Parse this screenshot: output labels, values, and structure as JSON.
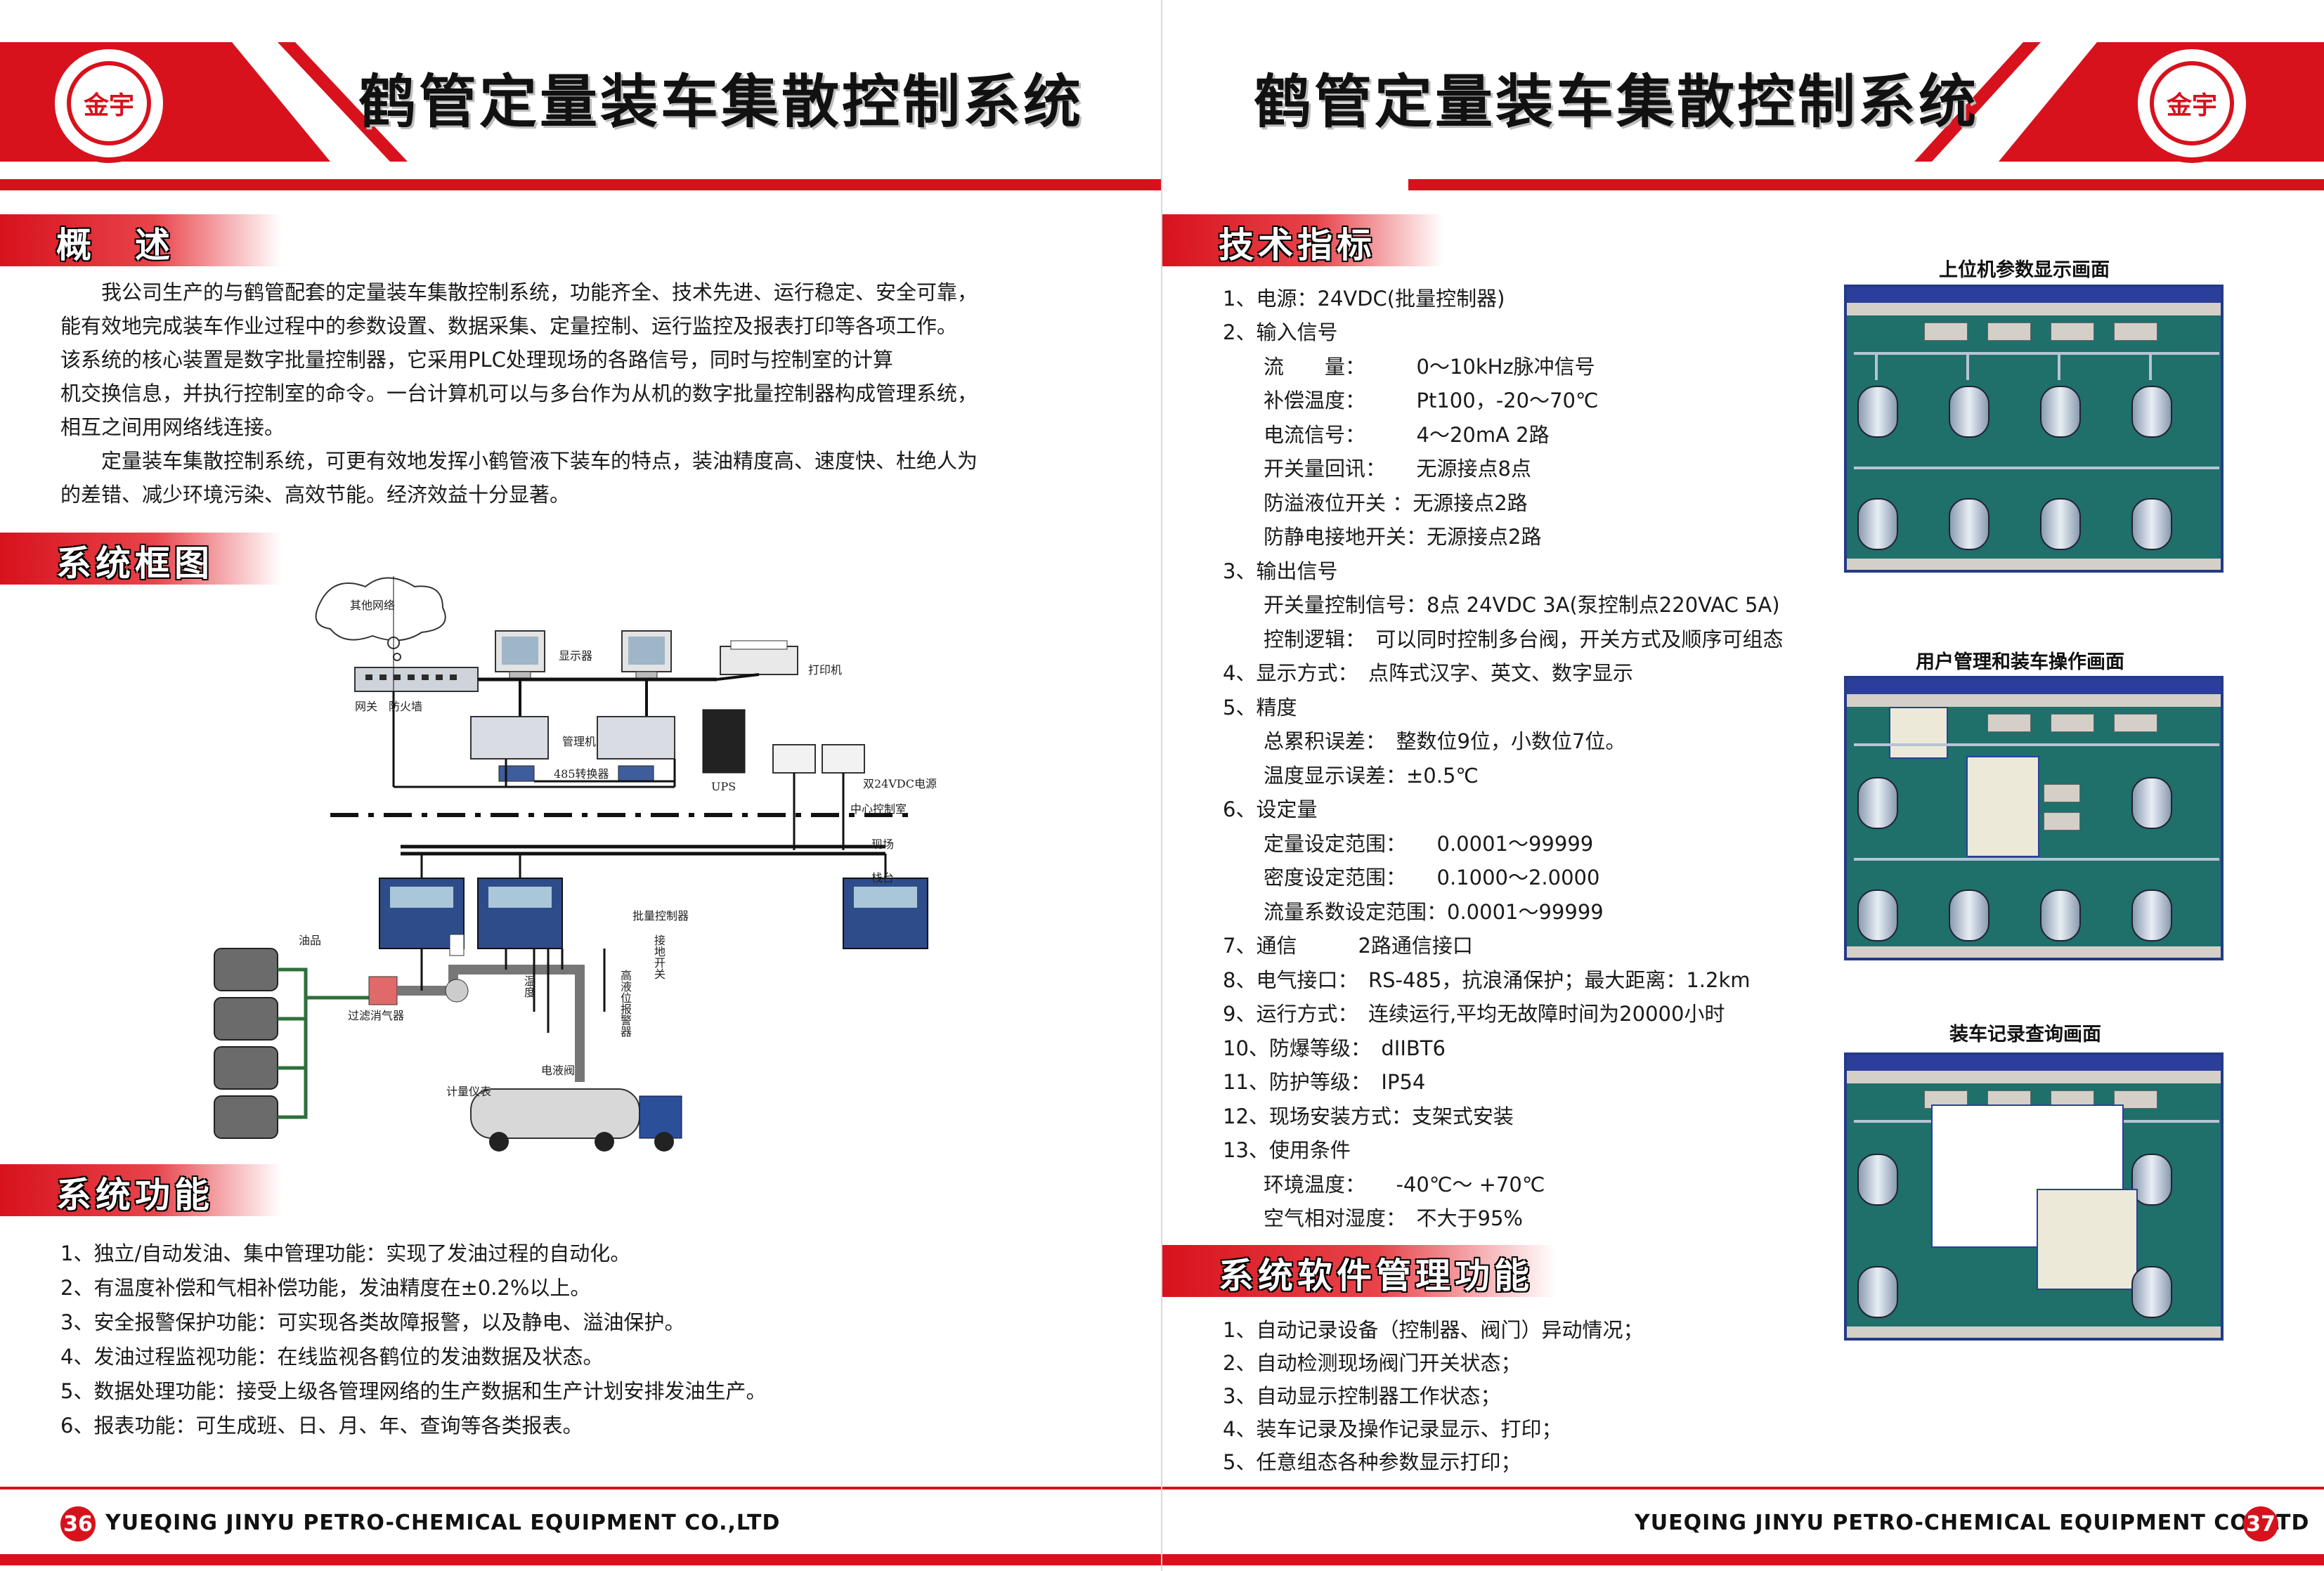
{
  "colors": {
    "brand_red": "#d7121d",
    "screen_teal": "#1f6f6b",
    "screen_frame": "#243a88"
  },
  "header": {
    "title": "鹤管定量装车集散控制系统",
    "logo_text": "金宇",
    "registered_mark": "®"
  },
  "left": {
    "overview": {
      "heading": "概　述",
      "paragraphs": [
        "　　我公司生产的与鹤管配套的定量装车集散控制系统，功能齐全、技术先进、运行稳定、安全可靠，",
        "能有效地完成装车作业过程中的参数设置、数据采集、定量控制、运行监控及报表打印等各项工作。",
        "该系统的核心装置是数字批量控制器，它采用PLC处理现场的各路信号，同时与控制室的计算",
        "机交换信息，并执行控制室的命令。一台计算机可以与多台作为从机的数字批量控制器构成管理系统，",
        "相互之间用网络线连接。",
        "　　定量装车集散控制系统，可更有效地发挥小鹤管液下装车的特点，装油精度高、速度快、杜绝人为",
        "的差错、减少环境污染、高效节能。经济效益十分显著。"
      ]
    },
    "block_diagram": {
      "heading": "系统框图",
      "labels": {
        "cloud": "其他网络",
        "gateway": "网关　防火墙",
        "monitor": "显示器",
        "printer": "打印机",
        "mgmt_pc": "管理机",
        "converter": "485转换器",
        "ups": "UPS",
        "power": "双24VDC电源",
        "control_room": "中心控制室",
        "field": "现场",
        "platform": "栈台",
        "batch_controller": "批量控制器",
        "oil": "油品",
        "filter": "过滤消气器",
        "temperature": "温度",
        "high_alarm": "高液位报警器",
        "ground_switch": "接地开关",
        "solenoid_valve": "电液阀",
        "meter": "计量仪表"
      }
    },
    "functions": {
      "heading": "系统功能",
      "items": [
        "1、独立/自动发油、集中管理功能：实现了发油过程的自动化。",
        "2、有温度补偿和气相补偿功能，发油精度在±0.2%以上。",
        "3、安全报警保护功能：可实现各类故障报警，以及静电、溢油保护。",
        "4、发油过程监视功能：在线监视各鹤位的发油数据及状态。",
        "5、数据处理功能：接受上级各管理网络的生产数据和生产计划安排发油生产。",
        "6、报表功能：可生成班、日、月、年、查询等各类报表。"
      ]
    },
    "footer": {
      "company": "YUEQING JINYU PETRO-CHEMICAL EQUIPMENT CO.,LTD",
      "page": "36"
    }
  },
  "right": {
    "specs": {
      "heading": "技术指标",
      "rows": [
        "1、电源：24VDC(批量控制器)",
        "2、输入信号",
        "　　流　　量：　　　0～10kHz脉冲信号",
        "　　补偿温度：　　　Pt100，-20～70℃",
        "　　电流信号：　　　4～20mA 2路",
        "　　开关量回讯：　　无源接点8点",
        "　　防溢液位开关 ：无源接点2路",
        "　　防静电接地开关：无源接点2路",
        "3、输出信号",
        "　　开关量控制信号：8点 24VDC 3A(泵控制点220VAC 5A)",
        "　　控制逻辑：　可以同时控制多台阀，开关方式及顺序可组态",
        "4、显示方式：　点阵式汉字、英文、数字显示",
        "5、精度",
        "　　总累积误差：　整数位9位，小数位7位。",
        "　　温度显示误差：±0.5℃",
        "6、设定量",
        "　　定量设定范围：　　0.0001～99999",
        "　　密度设定范围：　　0.1000～2.0000",
        "　　流量系数设定范围：0.0001～99999",
        "7、通信　　　2路通信接口",
        "8、电气接口：　RS-485，抗浪涌保护；最大距离：1.2km",
        "9、运行方式：　连续运行,平均无故障时间为20000小时",
        "10、防爆等级：　dIIBT6",
        "11、防护等级：　IP54",
        "12、现场安装方式：支架式安装",
        "13、使用条件",
        "　　环境温度：　　-40℃～ +70℃",
        "　　空气相对湿度：　不大于95%"
      ]
    },
    "screens": [
      {
        "caption": "上位机参数显示画面"
      },
      {
        "caption": "用户管理和装车操作画面"
      },
      {
        "caption": "装车记录查询画面"
      }
    ],
    "software": {
      "heading": "系统软件管理功能",
      "items": [
        "1、自动记录设备（控制器、阀门）异动情况；",
        "2、自动检测现场阀门开关状态；",
        "3、自动显示控制器工作状态；",
        "4、装车记录及操作记录显示、打印；",
        "5、任意组态各种参数显示打印；"
      ]
    },
    "footer": {
      "company": "YUEQING JINYU PETRO-CHEMICAL EQUIPMENT CO.,LTD",
      "page": "37"
    }
  }
}
